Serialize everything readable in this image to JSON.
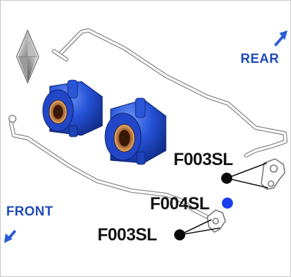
{
  "labels": {
    "rear": "REAR",
    "front": "FRONT",
    "part_top": "F003SL",
    "part_middle": "F004SL",
    "part_bottom": "F003SL"
  },
  "icons": {
    "logo": "diamond-logo-icon",
    "rear_arrow": "arrow-up-right-icon",
    "front_arrow": "arrow-down-left-icon"
  },
  "colors": {
    "bushing_blue": "#1f4fd0",
    "bushing_dark": "#102a8a",
    "bushing_light": "#5b86f0",
    "arrow_blue": "#2a5bd8",
    "marker_black": "#0a0a0a",
    "marker_blue": "#1a3df0",
    "bar_outline": "#8a8a8a"
  }
}
